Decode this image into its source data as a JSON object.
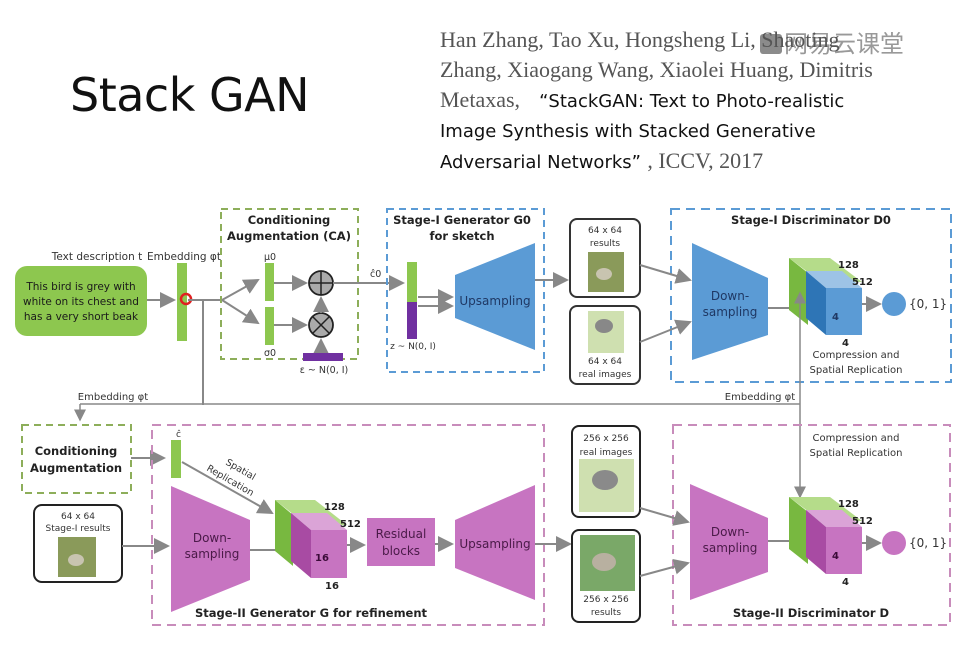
{
  "slide": {
    "title": "Stack GAN",
    "watermark": "网易云课堂",
    "reference": {
      "authors_line1": "Han Zhang, Tao Xu, Hongsheng Li, Shaoting",
      "authors_line2": "Zhang, Xiaogang Wang, Xiaolei Huang, Dimitris",
      "authors_line3": "Metaxas,",
      "paper_title_1": "“StackGAN: Text to Photo-realistic",
      "paper_title_2": "Image Synthesis with Stacked Generative",
      "paper_title_3": "Adversarial Networks”",
      "venue": ", ICCV, 2017"
    }
  },
  "diagram": {
    "colors": {
      "green": "#8dc74f",
      "purple": "#7030a0",
      "blue": "#5b9bd5",
      "pink": "#c774c1",
      "ca_border": "#8dae5a",
      "stage1_border": "#5b9bd5",
      "stage2_border": "#c88cbb",
      "arrow": "#888888"
    },
    "text_description_label": "Text description t",
    "text_description": [
      "This bird is grey with",
      "white on its chest and",
      "has a very short beak"
    ],
    "embedding_label": "Embedding φt",
    "ca_title": [
      "Conditioning",
      "Augmentation (CA)"
    ],
    "mu_label": "μ0",
    "sigma_label": "σ0",
    "epsilon_label": "ε ~ N(0, I)",
    "c0_label": "ĉ0",
    "gen1_title": [
      "Stage-I Generator G0",
      "for sketch"
    ],
    "z_label": "z ~ N(0, I)",
    "upsampling": "Upsampling",
    "results64": [
      "64 x 64",
      "results"
    ],
    "real64": [
      "64 x 64",
      "real images"
    ],
    "disc1_title": "Stage-I Discriminator D0",
    "downsampling": [
      "Down-",
      "sampling"
    ],
    "dims_disc": [
      "128",
      "512",
      "4",
      "4"
    ],
    "output_label": "{0, 1}",
    "compression": [
      "Compression and",
      "Spatial Replication"
    ],
    "embedding_left": "Embedding φt",
    "embedding_right": "Embedding φt",
    "ca2_title": [
      "Conditioning",
      "Augmentation"
    ],
    "c_label": "ĉ",
    "spatial_replication": [
      "Spatial",
      "Replication"
    ],
    "stage1_results": [
      "64 x 64",
      "Stage-I results"
    ],
    "dims_gen2": [
      "128",
      "512",
      "16",
      "16"
    ],
    "residual": [
      "Residual",
      "blocks"
    ],
    "gen2_title": "Stage-II Generator G for refinement",
    "real256": [
      "256 x 256",
      "real images"
    ],
    "results256": [
      "256 x 256",
      "results"
    ],
    "disc2_title": "Stage-II Discriminator D"
  }
}
